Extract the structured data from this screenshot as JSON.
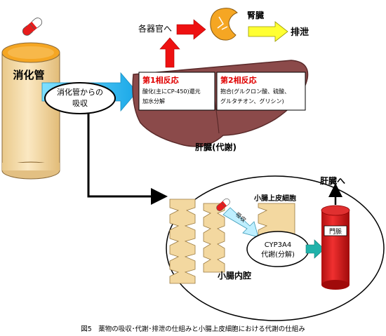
{
  "labels": {
    "organs": "各器官へ",
    "kidney": "腎臓",
    "excretion": "排泄",
    "gi_tract": "消化管",
    "absorption_line1": "消化管からの",
    "absorption_line2": "吸収",
    "liver": "肝臓(代謝)",
    "phase1_title": "第1相反応",
    "phase1_line1": "酸化(主にCP-450)還元",
    "phase1_line2": "加水分解",
    "phase2_title": "第2相反応",
    "phase2_line1": "抱合(グルクロン酸、硫酸、",
    "phase2_line2": "グルタチオン、グリシン)",
    "to_liver": "肝臓へ",
    "epithelial": "小腸上皮細胞",
    "portal_vein": "門脈",
    "absorb_small": "吸収",
    "cyp_line1": "CYP3A4",
    "cyp_line2": "代謝(分解)",
    "lumen": "小腸内腔"
  },
  "caption": "図5　薬物の吸収･代謝･排泄の仕組みと小腸上皮細胞における代謝の仕組み",
  "colors": {
    "liver": "#8B4A4A",
    "red_arrow": "#EE1111",
    "yellow_arrow": "#FFFF33",
    "blue_arrow": "#3CC8F0",
    "teal_arrow": "#20B2AA",
    "cylinder": "#F5DDA8",
    "cylinder_top": "#F5A623",
    "blood_vessel": "#D81E1E",
    "kidney": "#F5A623",
    "phase_text": "#E00000"
  }
}
